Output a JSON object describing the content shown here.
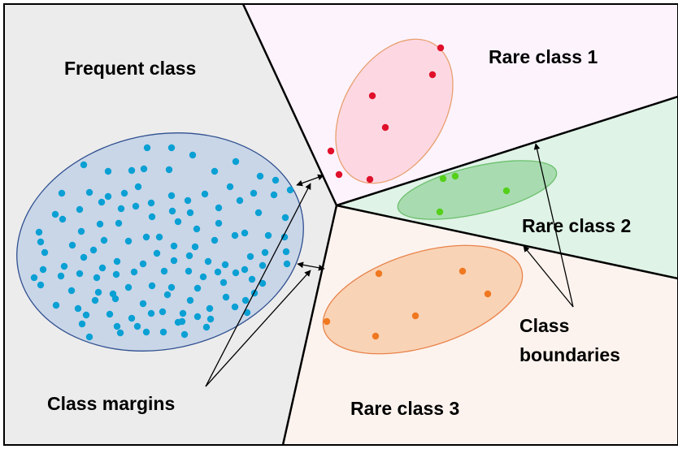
{
  "regions": [
    {
      "key": "frequent",
      "label": "Frequent class",
      "fill": "#ececec"
    },
    {
      "key": "rare1",
      "label": "Rare class 1",
      "fill": "#fdf3fd"
    },
    {
      "key": "rare2",
      "label": "Rare class 2",
      "fill": "#dff3e7"
    },
    {
      "key": "rare3",
      "label": "Rare class 3",
      "fill": "#fdf3ee"
    }
  ],
  "clusters": {
    "frequent": {
      "fill": "#c9d6e8",
      "stroke": "#2f4f8f",
      "point_color": "#0aa0d4"
    },
    "rare1": {
      "fill": "#fdd8e2",
      "stroke": "#e8a070",
      "point_color": "#e0102a"
    },
    "rare2": {
      "fill": "#a8dcb0",
      "stroke": "#6cbf6c",
      "point_color": "#55d01a"
    },
    "rare3": {
      "fill": "#f9d3b6",
      "stroke": "#e8834a",
      "point_color": "#f07820"
    }
  },
  "annotations": {
    "margins_label": "Class margins",
    "boundaries_label_line1": "Class",
    "boundaries_label_line2": "boundaries"
  },
  "colors": {
    "boundary": "#000000",
    "frame": "#000000"
  }
}
